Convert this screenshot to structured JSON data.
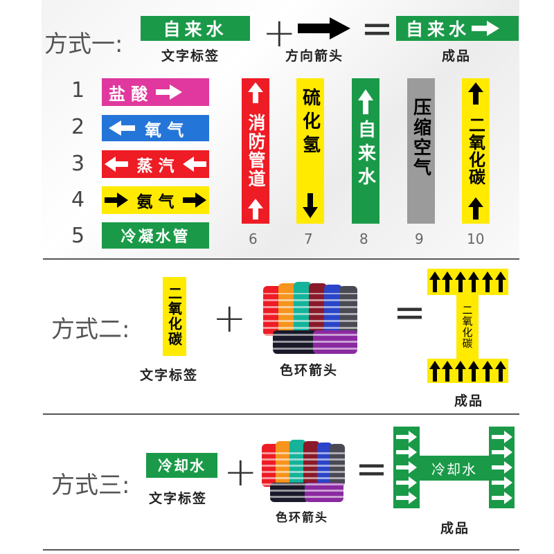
{
  "colors": {
    "green": "#1a9a48",
    "magenta": "#e0389e",
    "blue": "#2475d8",
    "red": "#ee1c25",
    "yellow": "#ffea00",
    "gray": "#9b9b9b"
  },
  "method1": {
    "title": "方式一:",
    "text_label_tag": "自来水",
    "text_label_caption": "文字标签",
    "arrow_caption": "方向箭头",
    "product_tag": "自来水",
    "product_caption": "成品",
    "arrow_icon": "right-arrow-icon",
    "plus": "+",
    "equals": "="
  },
  "samples": {
    "rows": [
      {
        "num": "1",
        "text": "盐 酸",
        "color": "magenta",
        "arrows": "right"
      },
      {
        "num": "2",
        "text": "氧 气",
        "color": "blue",
        "arrows": "left"
      },
      {
        "num": "3",
        "text": "蒸 汽",
        "color": "red",
        "arrows": "both-left"
      },
      {
        "num": "4",
        "text": "氨 气",
        "color": "yellow",
        "arrows": "both-right"
      },
      {
        "num": "5",
        "text": "冷凝水管",
        "color": "green",
        "arrows": "none"
      }
    ],
    "columns": [
      {
        "num": "6",
        "text": "消防管道",
        "color": "red"
      },
      {
        "num": "7",
        "text": "硫化氢",
        "color": "yellow"
      },
      {
        "num": "8",
        "text": "自来水",
        "color": "green"
      },
      {
        "num": "9",
        "text": "压缩空气",
        "color": "gray"
      },
      {
        "num": "10",
        "text": "二氧化碳",
        "color": "yellow"
      }
    ]
  },
  "method2": {
    "title": "方式二:",
    "text_label_tag": "二氧化碳",
    "text_label_caption": "文字标签",
    "rings_caption": "色环箭头",
    "product_text": "二氧化碳",
    "product_caption": "成品",
    "plus": "+",
    "equals": "="
  },
  "method3": {
    "title": "方式三:",
    "text_label_tag": "冷却水",
    "text_label_caption": "文字标签",
    "rings_caption": "色环箭头",
    "product_text": "冷却水",
    "product_caption": "成品",
    "plus": "+",
    "equals": "="
  }
}
